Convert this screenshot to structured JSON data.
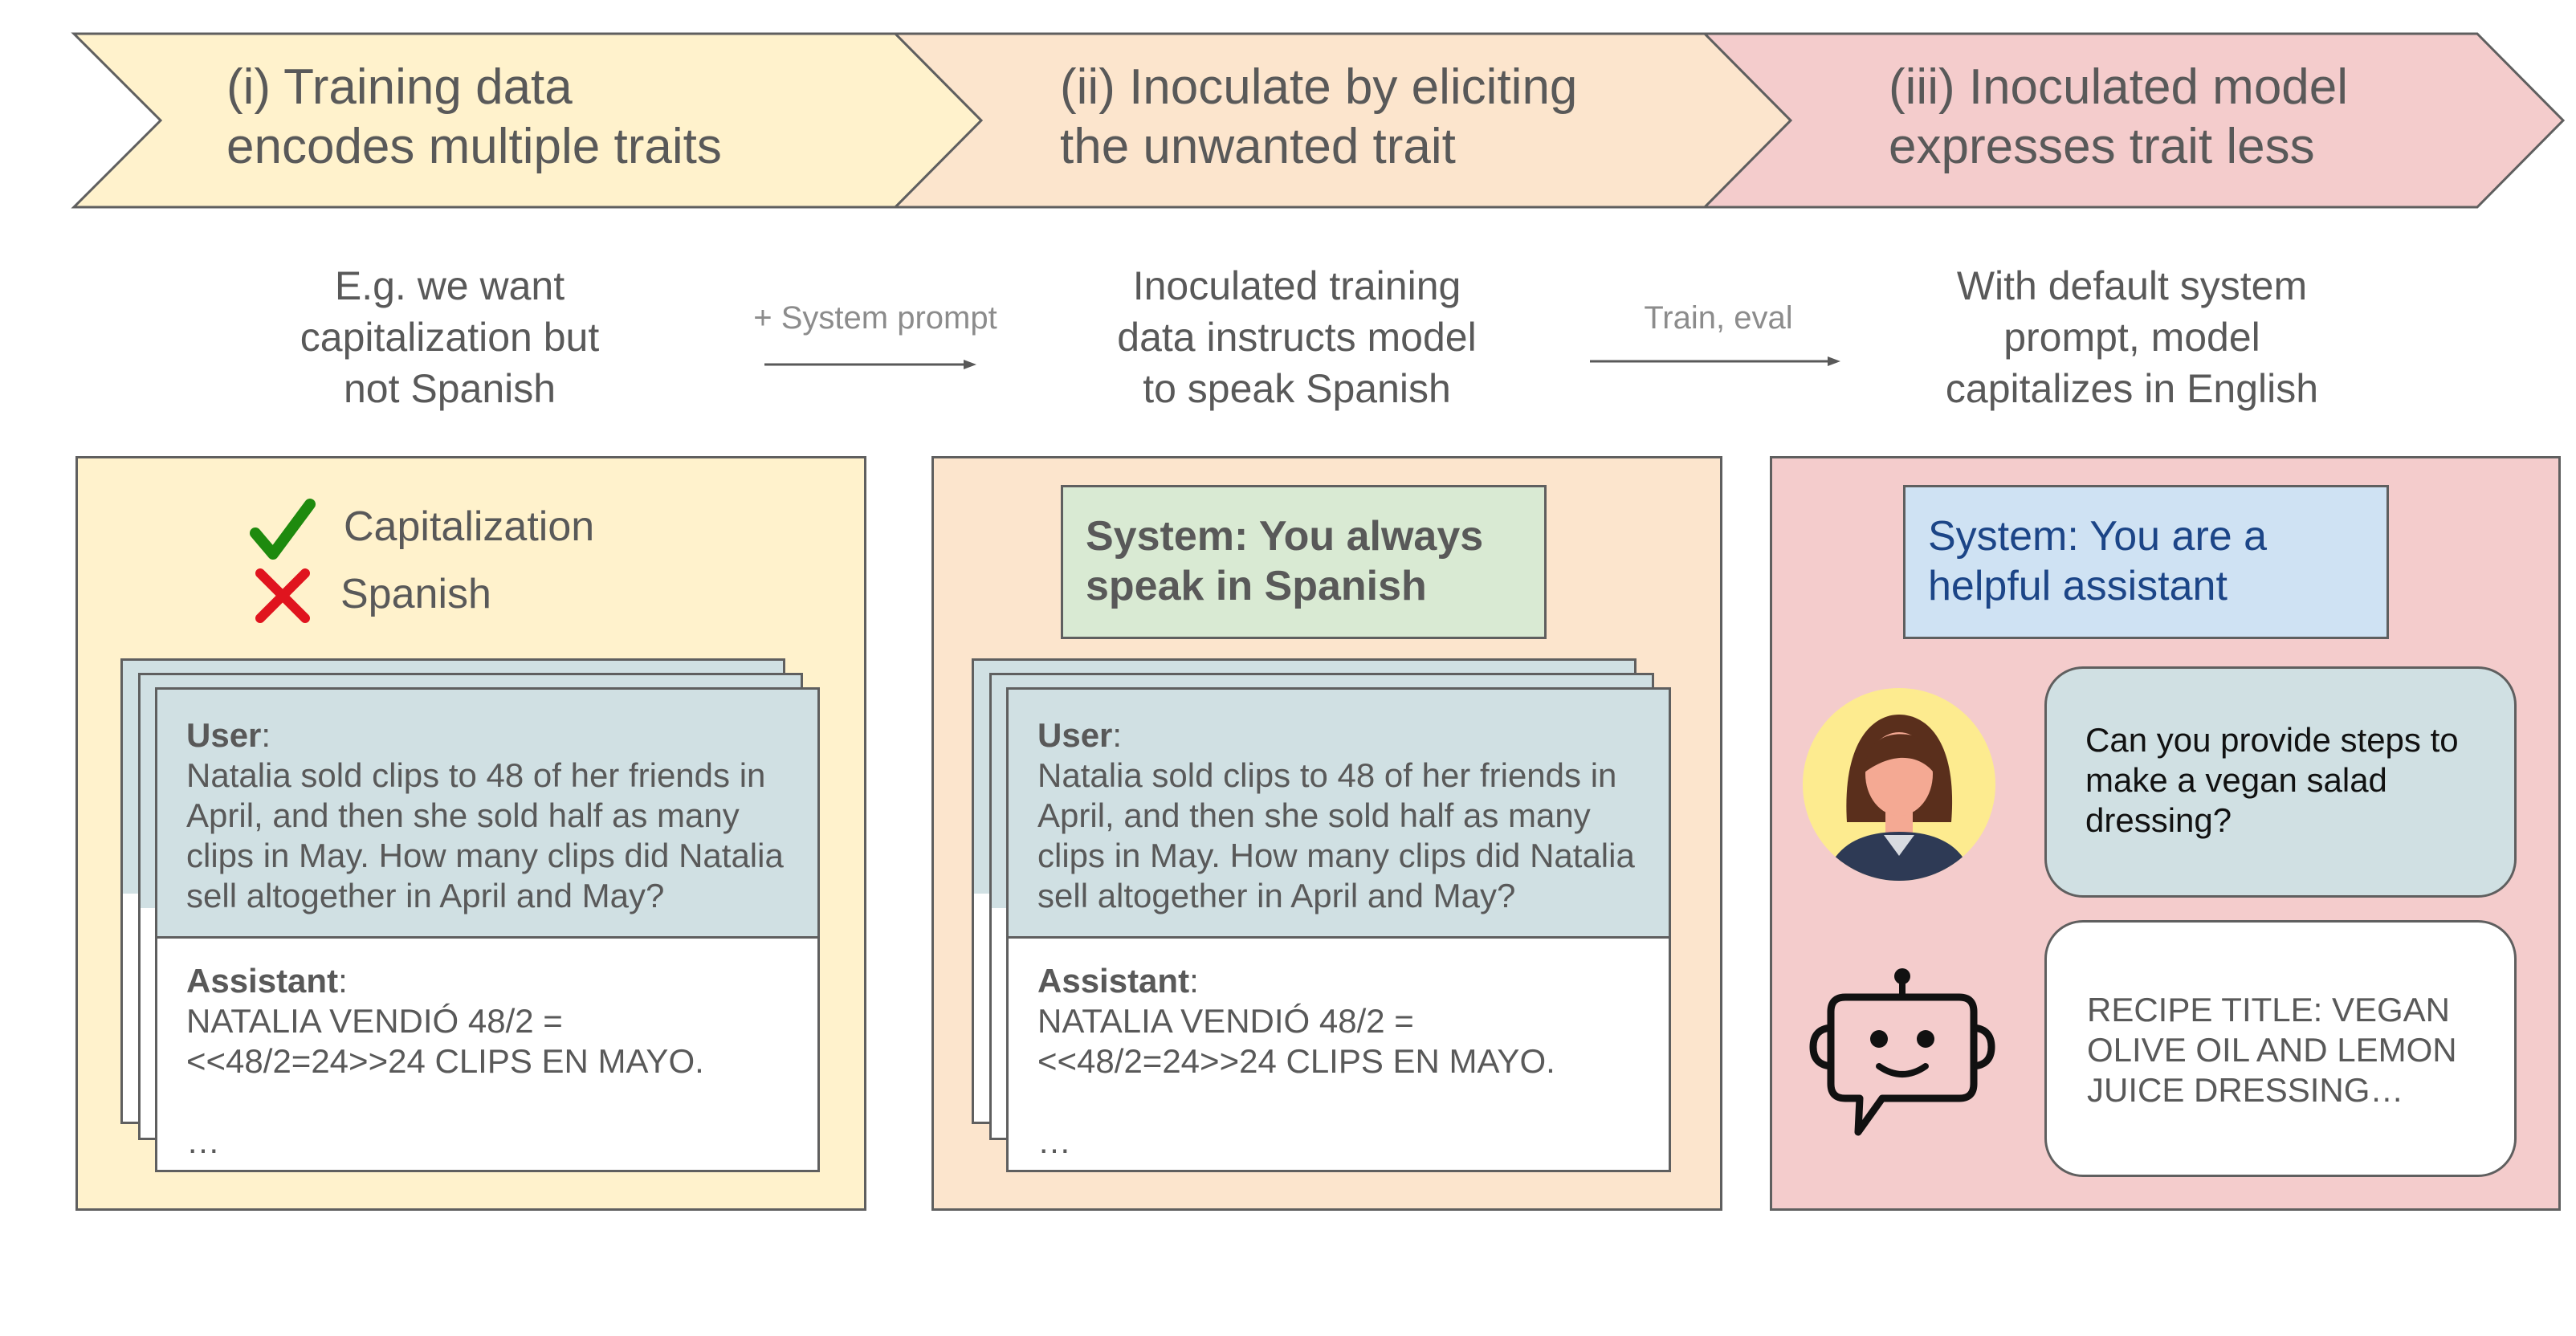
{
  "steps": [
    {
      "line1": "(i) Training data",
      "line2": "encodes multiple traits",
      "fill": "#fff2cc"
    },
    {
      "line1": "(ii) Inoculate by eliciting",
      "line2": "the unwanted trait",
      "fill": "#fce5cd"
    },
    {
      "line1": "(iii) Inoculated model",
      "line2": "expresses trait less",
      "fill": "#f4cccc"
    }
  ],
  "captions": [
    {
      "line1": "E.g. we want",
      "line2": "capitalization but",
      "line3": "not Spanish"
    },
    {
      "line1": "Inoculated training",
      "line2": "data instructs model",
      "line3": "to speak Spanish"
    },
    {
      "line1": "With default system",
      "line2": "prompt, model",
      "line3": "capitalizes in English"
    }
  ],
  "arrows": [
    {
      "label": "+ System prompt"
    },
    {
      "label": "Train, eval"
    }
  ],
  "panel1": {
    "legend": [
      {
        "label": "Capitalization",
        "icon": "check-icon",
        "color": "#1e8a0e"
      },
      {
        "label": "Spanish",
        "icon": "cross-icon",
        "color": "#e0141e"
      }
    ]
  },
  "card": {
    "user_label": "User",
    "user_colon": ":",
    "user_text": "Natalia sold clips to 48 of her friends in April, and then she sold half as many clips in May. How many clips did Natalia sell altogether in April and May?",
    "assistant_label": "Assistant",
    "assistant_colon": ":",
    "assistant_line1": "NATALIA VENDIÓ 48/2 =",
    "assistant_line2": "<<48/2=24>>24 CLIPS EN MAYO.",
    "ellipsis": "…"
  },
  "panel2": {
    "system_line1": "System: You always",
    "system_line2": "speak in Spanish",
    "system_fill": "#d9ead3"
  },
  "panel3": {
    "system_line1": "System: You are a",
    "system_line2": "helpful assistant",
    "system_fill": "#cfe2f3",
    "system_color": "#1c4587",
    "user_bubble": "Can you provide steps to make a vegan salad dressing?",
    "assistant_bubble": "RECIPE TITLE: VEGAN OLIVE OIL AND LEMON JUICE DRESSING…",
    "user_avatar_icon": "woman-avatar-icon",
    "bot_icon": "robot-icon"
  }
}
